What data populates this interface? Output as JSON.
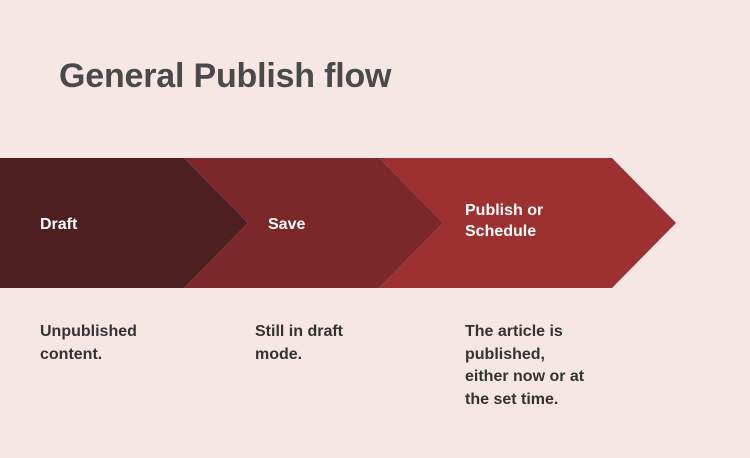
{
  "slide": {
    "title": "General Publish flow",
    "background_color": "#f6e7e5",
    "title_color": "#4a4a4a"
  },
  "chart_data": {
    "type": "diagram",
    "diagram_kind": "chevron-process-flow",
    "title": "General Publish flow",
    "steps": [
      {
        "index": 1,
        "label": "Draft",
        "description": "Unpublished\ncontent.",
        "color": "#4e1f21"
      },
      {
        "index": 2,
        "label": "Save",
        "description": "Still in draft\nmode.",
        "color": "#7c2729"
      },
      {
        "index": 3,
        "label": "Publish or\nSchedule",
        "description": "The article is\npublished,\neither now or at\nthe set time.",
        "color": "#9d3030"
      }
    ],
    "label_text_color": "#ffffff",
    "description_text_color": "#333333"
  }
}
